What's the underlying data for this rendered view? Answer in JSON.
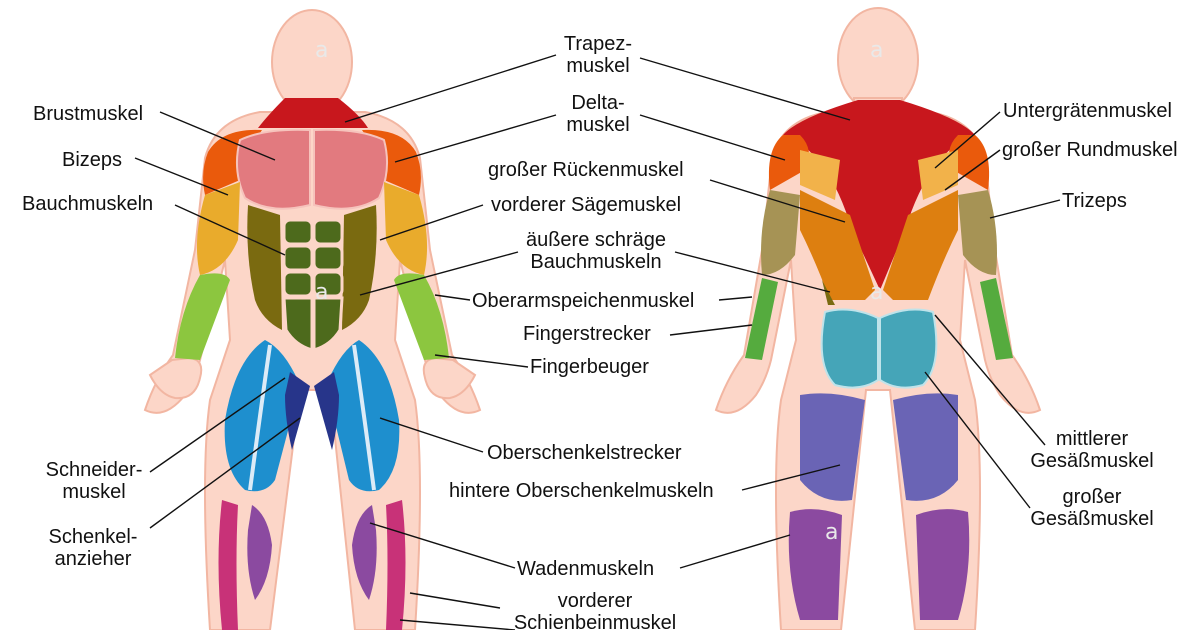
{
  "labels": {
    "brustmuskel": "Brustmuskel",
    "bizeps": "Bizeps",
    "bauchmuskeln": "Bauchmuskeln",
    "trapez_1": "Trapez-",
    "trapez_2": "muskel",
    "delta_1": "Delta-",
    "delta_2": "muskel",
    "rueckenmuskel": "großer Rückenmuskel",
    "saegemuskel": "vorderer Sägemuskel",
    "schraege_1": "äußere schräge",
    "schraege_2": "Bauchmuskeln",
    "oberarmspeichenmuskel": "Oberarmspeichenmuskel",
    "fingerstrecker": "Fingerstrecker",
    "fingerbeuger": "Fingerbeuger",
    "untergraetenmuskel": "Untergrätenmuskel",
    "rundmuskel": "großer Rundmuskel",
    "trizeps": "Trizeps",
    "schneider_1": "Schneider-",
    "schneider_2": "muskel",
    "schenkel_1": "Schenkel-",
    "schenkel_2": "anzieher",
    "oberschenkelstrecker": "Oberschenkelstrecker",
    "hintere_oberschenkel": "hintere Oberschenkelmuskeln",
    "wadenmuskeln": "Wadenmuskeln",
    "schienbein_1": "vorderer",
    "schienbein_2": "Schienbeinmuskel",
    "mittlerer_1": "mittlerer",
    "mittlerer_2": "Gesäßmuskel",
    "grosser_1": "großer",
    "grosser_2": "Gesäßmuskel"
  },
  "watermark": "a",
  "colors": {
    "skin": "#fcd6c8",
    "skin_outline": "#f2b6a2",
    "trapezius": "#c8171d",
    "deltoid": "#ea5a0c",
    "pectoral": "#e27a7f",
    "biceps": "#e9ab2c",
    "abs": "#4d6a1c",
    "serratus": "#7a6a10",
    "forearm": "#8cc63f",
    "quadriceps": "#1e8fce",
    "adductor": "#27358a",
    "calves": "#8b4aa0",
    "tibialis": "#c83278",
    "lats": "#dd7f10",
    "triceps": "#a69355",
    "glutes": "#45a5b8",
    "hamstrings": "#6a64b5"
  }
}
